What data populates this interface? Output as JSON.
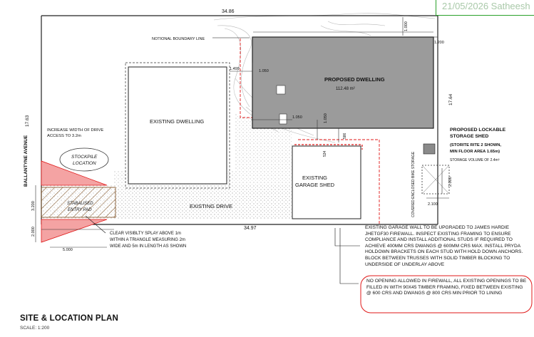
{
  "stamp": {
    "text": "21/05/2026  Satheesh"
  },
  "title": "SITE & LOCATION PLAN",
  "scale": "SCALE: 1:200",
  "street": "BALLANTYNE AVENUE",
  "dims": {
    "top_boundary": "34.86",
    "bottom_boundary": "34.97",
    "left_boundary": "17.63",
    "right_boundary": "17.64",
    "setback_top": "1.000",
    "setback_right": "1.200",
    "d_1050a": "1.050",
    "d_1050b": "1.050",
    "d_1050c": "1.050",
    "d_1499": "1.499",
    "d_586": "586",
    "d_534": "534",
    "entry_width": "3.200",
    "splay_depth": "2.000",
    "splay_length": "5.000",
    "shed_w": "2.100",
    "shed_d": "2.000"
  },
  "labels": {
    "notional_boundary": "NOTIONAL BOUNDARY LINE",
    "proposed_dwelling": "PROPOSED DWELLING",
    "proposed_area": "112.48 m²",
    "existing_dwelling": "EXISTING DWELLING",
    "existing_garage": [
      "EXISTING",
      "GARAGE SHED"
    ],
    "existing_drive": "EXISTING DRIVE",
    "stockpile": [
      "STOCKPILE",
      "LOCATION"
    ],
    "entry_pad": [
      "STABALISED",
      "ENTRY PAD"
    ],
    "drive_increase": [
      "INCREASE WIDTH OF DRIVE",
      "ACCESS TO 3.2m"
    ],
    "splay": [
      "CLEAR VISIBLTY SPLAY ABOVE 1m",
      "WITHIN A TRIANGLE MEASURING 2m",
      "WIDE AND 5m IN LENGTH AS SHOWN"
    ],
    "storage_title": [
      "PROPOSED LOCKABLE",
      "STORAGE SHED"
    ],
    "storage_spec": [
      "(STORITE RITE 2 SHOWN,",
      "MIN FLOOR AREA 1.65m)"
    ],
    "storage_volume": "STORAGE VOLUME OF 2.4m³",
    "covered_storage": "COVERED ENCLOSED BIKE STORAGE"
  },
  "notes": {
    "firewall": "EXISTING GARAGE WALL TO BE UPGRADED TO JAMES HARDIE JHETGF30 FIREWALL. INSPECT EXISTING FRAMING TO ENSURE COMPLIANCE AND INSTALL ADDITIONAL STUDS IF REQUIRED TO ACHIEVE 400mm CRS DWANGS @ 600mm CRS MAX. INSTALL PRYDA HOLDOWN BRACKETS ON EACH STUD WITH HOLD DOWN ANCHORS. BLOCK BETWEEN TRUSSES WITH SOLID TIMBER BLOCKING TO UNDERSIDE OF UNDERLAY ABOVE",
    "no_opening": "NO OPENING ALLOWED IN FIREWALL, ALL EXISTING OPENINGS TO BE FILLED IN WITH 90x45 TIMBER FRAMING, FIXED BETWEEN EXISTING @ 600 CRS AND DWANGS @ 800 CRS MIN PRIOR TO LINING"
  },
  "colors": {
    "red": "#e01919",
    "pink": "#f4a3a3",
    "grey": "#9b9b9b",
    "line": "#222222",
    "green": "#2aa12a"
  }
}
